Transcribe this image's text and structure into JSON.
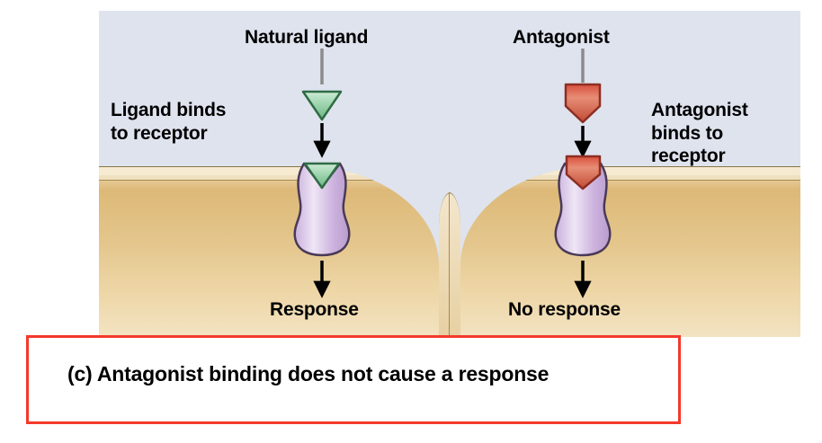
{
  "figure": {
    "panel_background": "#dee3ee",
    "membrane_color": "#e4c68c",
    "labels": {
      "natural_ligand": "Natural ligand",
      "antagonist": "Antagonist",
      "ligand_binds": "Ligand binds\nto receptor",
      "antagonist_binds": "Antagonist\nbinds to\nreceptor",
      "response": "Response",
      "no_response": "No response"
    },
    "molecules": {
      "ligand": {
        "name": "natural-ligand-triangle",
        "shape": "triangle-down",
        "fill": "#a7d9b5",
        "stroke": "#2f6b44"
      },
      "antagonist": {
        "name": "antagonist-pentagon",
        "shape": "shield-down",
        "fill": "#e07a64",
        "stroke": "#8d2e22"
      },
      "receptor": {
        "name": "membrane-receptor-protein",
        "shape": "hourglass",
        "fill": "#d7c2e4",
        "stroke": "#4a3a57"
      }
    }
  },
  "caption": {
    "tag": "(c)",
    "text": "Antagonist binding does not cause a response",
    "border_color": "#f4392c"
  }
}
